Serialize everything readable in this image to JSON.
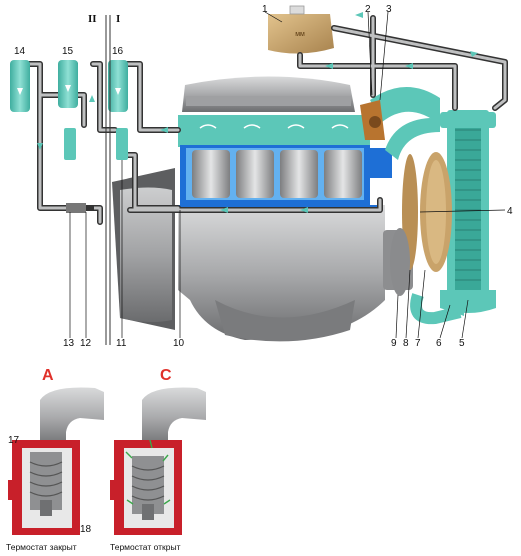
{
  "labels": {
    "n1": "1",
    "n2": "2",
    "n3": "3",
    "n4": "4",
    "n5": "5",
    "n6": "6",
    "n7": "7",
    "n8": "8",
    "n9": "9",
    "n10": "10",
    "n11": "11",
    "n12": "12",
    "n13": "13",
    "n14": "14",
    "n15": "15",
    "n16": "16",
    "n17": "17",
    "n18": "18"
  },
  "roman": {
    "ii": "II",
    "i": "I"
  },
  "tank_text": "ᴍᴍ",
  "detail": {
    "a_letter": "A",
    "c_letter": "C",
    "a_caption": "Термостат закрыт",
    "c_caption": "Термостат открыт"
  },
  "colors": {
    "coolant": "#5cc7b8",
    "coolant_dark": "#2f9c8e",
    "block_blue": "#1e6fd6",
    "engine_gray": "#b9babc",
    "engine_dark": "#6f7072",
    "tank": "#c9a56f",
    "housing_red": "#c8202a",
    "thermo_gray": "#8f9092"
  }
}
